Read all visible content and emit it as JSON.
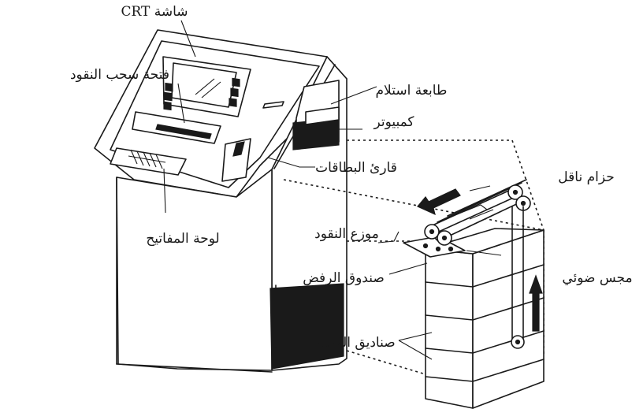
{
  "diagram": {
    "labels": {
      "crt_screen": "شاشة CRT",
      "cash_slot": "فتحة سحب النقود",
      "receipt_printer": "طابعة استلام",
      "computer": "كمبيوتر",
      "card_reader": "قارئ البطاقات",
      "conveyor_belt": "حزام ناقل",
      "cash_dispenser": "موزع النقود",
      "keypad": "لوحة المفاتيح",
      "reject_box": "صندوق الرفض",
      "photo_sensor": "مجس ضوئي",
      "currency_boxes": "صناديق العملة"
    }
  }
}
